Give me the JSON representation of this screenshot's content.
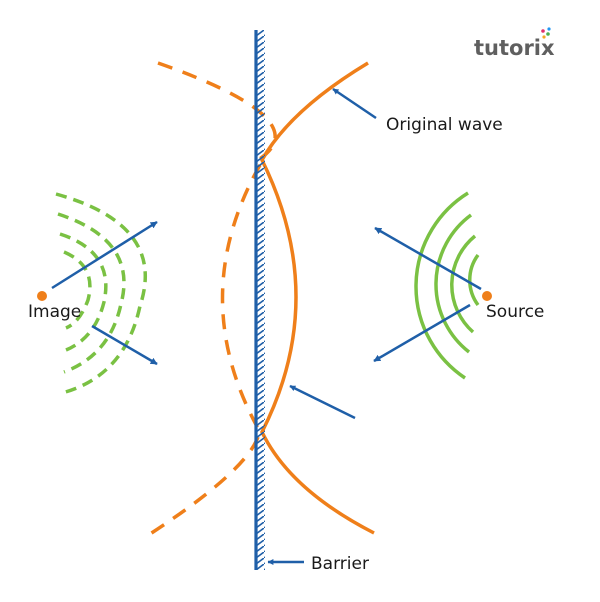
{
  "logo": {
    "text": "tutorix",
    "dot_colors": [
      "#e1306c",
      "#4caf50",
      "#f5a623",
      "#2196f3"
    ]
  },
  "labels": {
    "original_wave": "Original wave",
    "image": "Image",
    "source": "Source",
    "barrier": "Barrier"
  },
  "colors": {
    "barrier": "#1f5fa8",
    "wave": "#ef7f1a",
    "green": "#7ac143",
    "arrow": "#1f5fa8",
    "point": "#ef7f1a"
  }
}
